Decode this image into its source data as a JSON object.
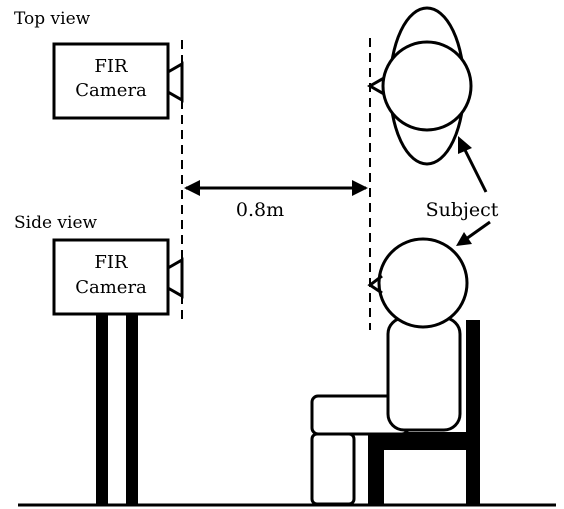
{
  "labels": {
    "top_view": "Top view",
    "side_view": "Side view",
    "camera_line1": "FIR",
    "camera_line2": "Camera",
    "distance": "0.8m",
    "subject": "Subject"
  }
}
